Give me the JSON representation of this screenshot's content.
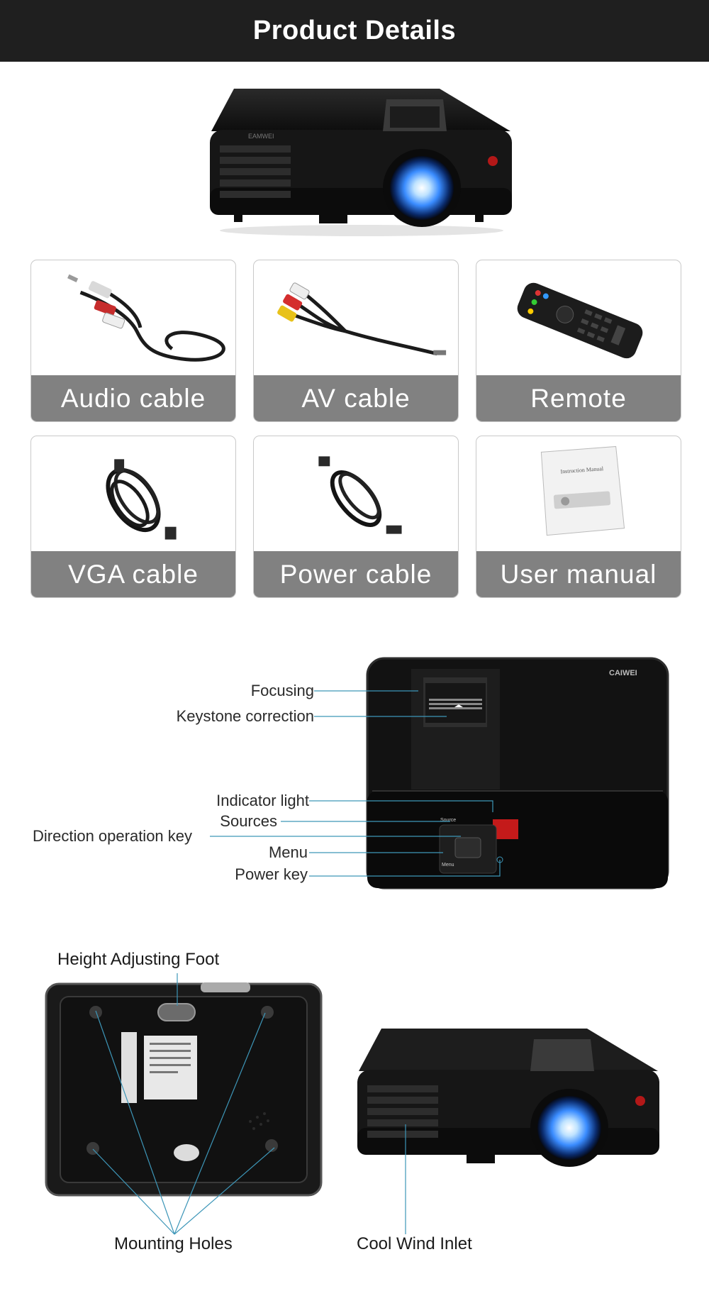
{
  "header": {
    "title": "Product Details"
  },
  "accessories": [
    {
      "label": "Audio cable",
      "icon": "audio-cable-icon"
    },
    {
      "label": "AV cable",
      "icon": "av-cable-icon"
    },
    {
      "label": "Remote",
      "icon": "remote-icon"
    },
    {
      "label": "VGA cable",
      "icon": "vga-cable-icon"
    },
    {
      "label": "Power cable",
      "icon": "power-cable-icon"
    },
    {
      "label": "User manual",
      "icon": "user-manual-icon"
    }
  ],
  "manual": {
    "title": "Instruction Manual"
  },
  "top_callouts": {
    "focusing": "Focusing",
    "keystone": "Keystone correction",
    "indicator": "Indicator light",
    "sources": "Sources",
    "direction": "Direction operation key",
    "menu": "Menu",
    "power": "Power key"
  },
  "panel_labels": {
    "source": "Source",
    "menu": "Menu"
  },
  "bottom_callouts": {
    "height_foot": "Height Adjusting Foot",
    "mounting": "Mounting Holes",
    "cool_wind": "Cool Wind Inlet"
  },
  "colors": {
    "header_bg": "#1f1f1f",
    "label_bg": "#818181",
    "callout_line": "#3d96b8",
    "lens_glow": "#4aa8ff"
  }
}
